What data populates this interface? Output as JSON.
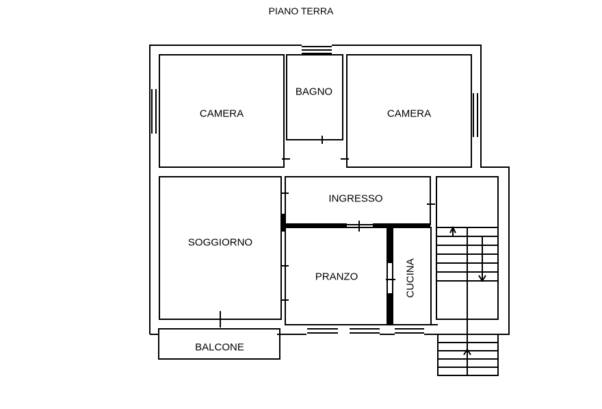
{
  "floor_title": "PIANO TERRA",
  "rooms": {
    "camera_left": "CAMERA",
    "bagno": "BAGNO",
    "camera_right": "CAMERA",
    "ingresso": "INGRESSO",
    "soggiorno": "SOGGIORNO",
    "pranzo": "PRANZO",
    "cucina": "CUCINA",
    "balcone": "BALCONE"
  },
  "colors": {
    "wall": "#000000",
    "background": "#ffffff"
  }
}
